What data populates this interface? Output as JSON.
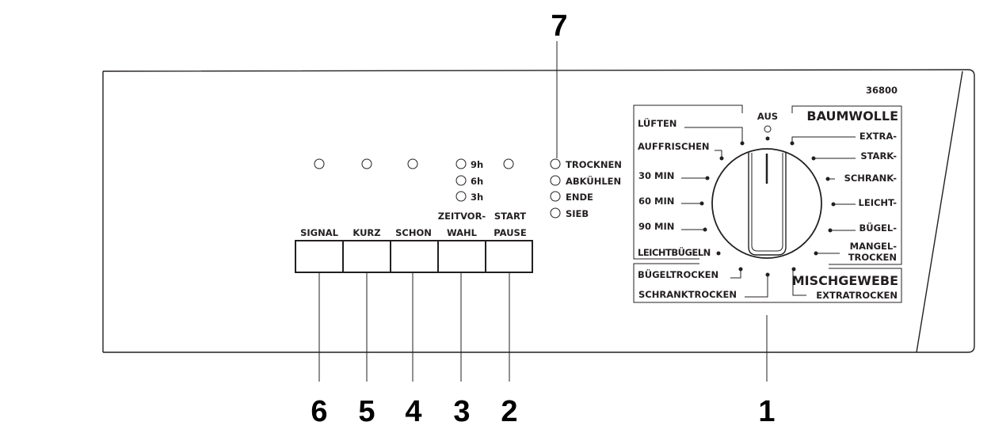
{
  "model_number": "36800",
  "callouts": {
    "c1": "1",
    "c2": "2",
    "c3": "3",
    "c4": "4",
    "c5": "5",
    "c6": "6",
    "c7": "7"
  },
  "buttons": {
    "signal": "SIGNAL",
    "kurz": "KURZ",
    "schon": "SCHON",
    "zeitvorwahl_1": "ZEITVOR-",
    "zeitvorwahl_2": "WAHL",
    "start_1": "START",
    "start_2": "PAUSE"
  },
  "delay_leds": [
    "9h",
    "6h",
    "3h"
  ],
  "status_leds": [
    "TROCKNEN",
    "ABKÜHLEN",
    "ENDE",
    "SIEB"
  ],
  "dial": {
    "off": "AUS",
    "left": [
      "LÜFTEN",
      "AUFFRISCHEN",
      "30 MIN",
      "60 MIN",
      "90 MIN",
      "LEICHTBÜGELN"
    ],
    "bottom_left": [
      "BÜGELTROCKEN",
      "SCHRANKTROCKEN"
    ],
    "group_cotton": "BAUMWOLLE",
    "right": [
      "EXTRA-",
      "STARK-",
      "SCHRANK-",
      "LEICHT-",
      "BÜGEL-",
      "MANGEL-",
      "TROCKEN"
    ],
    "group_mixed": "MISCHGEWEBE",
    "mixed_item": "EXTRATROCKEN"
  }
}
